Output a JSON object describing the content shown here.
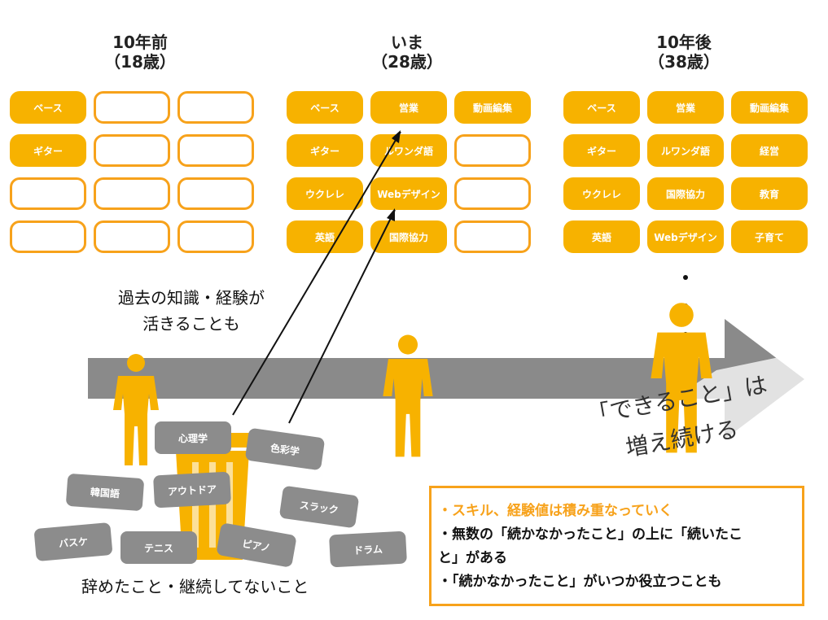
{
  "columns": [
    {
      "title": "10年前",
      "age": "（18歳）",
      "cells": [
        "ベース",
        "",
        "",
        "ギター",
        "",
        "",
        "",
        "",
        "",
        "",
        "",
        ""
      ]
    },
    {
      "title": "いま",
      "age": "（28歳）",
      "cells": [
        "ベース",
        "営業",
        "動画編集",
        "ギター",
        "ルワンダ語",
        "",
        "ウクレレ",
        "Webデザイン",
        "",
        "英語",
        "国際協力",
        ""
      ]
    },
    {
      "title": "10年後",
      "age": "（38歳）",
      "cells": [
        "ベース",
        "営業",
        "動画編集",
        "ギター",
        "ルワンダ語",
        "経営",
        "ウクレレ",
        "国際協力",
        "教育",
        "英語",
        "Webデザイン",
        "子育て"
      ]
    }
  ],
  "caption_past": [
    "過去の知識・経験が",
    "活きることも"
  ],
  "caption_quit": "辞めたこと・継続してないこと",
  "discarded_tags": [
    "心理学",
    "色彩学",
    "韓国語",
    "アウトドア",
    "スラック",
    "バスケ",
    "テニス",
    "ピアノ",
    "ドラム"
  ],
  "slogan": [
    "「できること」は",
    "増え続ける"
  ],
  "notes": [
    "・スキル、経験値は積み重なっていく",
    "・無数の「続かなかったこと」の上に「続いたこ",
    "と」がある",
    "・「続かなかったこと」がいつか役立つことも"
  ],
  "colors": {
    "accent": "#f7b200",
    "border": "#f7a21b",
    "arrow": "#8a8a8a",
    "tag": "#8c8c8c"
  },
  "icons": [
    "person-icon",
    "trash-can-icon",
    "arrow-icon"
  ]
}
